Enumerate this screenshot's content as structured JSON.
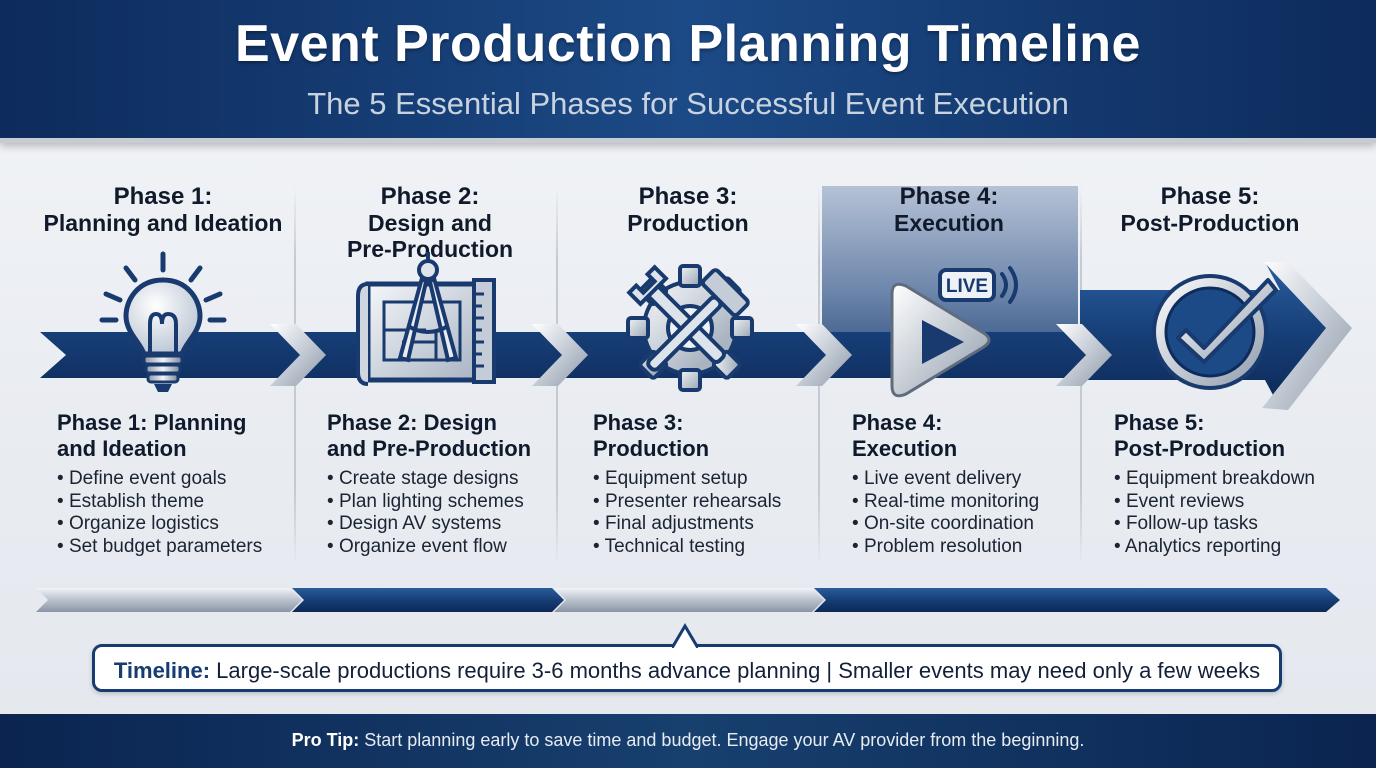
{
  "header": {
    "title": "Event Production Planning Timeline",
    "subtitle": "The 5 Essential Phases for Successful Event Execution"
  },
  "phases": [
    {
      "label": "Phase 1:",
      "name": "Planning and Ideation",
      "heading_line1": "Phase 1: Planning",
      "heading_line2": "and Ideation",
      "icon": "lightbulb-icon",
      "bullets": [
        "Define event goals",
        "Establish theme",
        "Organize logistics",
        "Set budget parameters"
      ]
    },
    {
      "label": "Phase 2:",
      "name_line1": "Design and",
      "name_line2": "Pre-Production",
      "heading_line1": "Phase 2: Design",
      "heading_line2": "and Pre-Production",
      "icon": "blueprint-compass-icon",
      "bullets": [
        "Create stage designs",
        "Plan lighting schemes",
        "Design AV systems",
        "Organize event flow"
      ]
    },
    {
      "label": "Phase 3:",
      "name": "Production",
      "heading_line1": "Phase 3:",
      "heading_line2": "Production",
      "icon": "gear-wrench-hammer-icon",
      "bullets": [
        "Equipment setup",
        "Presenter rehearsals",
        "Final adjustments",
        "Technical testing"
      ]
    },
    {
      "label": "Phase 4:",
      "name": "Execution",
      "heading_line1": "Phase 4:",
      "heading_line2": "Execution",
      "icon": "live-play-icon",
      "live_badge": "LIVE",
      "bullets": [
        "Live event delivery",
        "Real-time monitoring",
        "On-site coordination",
        "Problem resolution"
      ]
    },
    {
      "label": "Phase 5:",
      "name": "Post-Production",
      "heading_line1": "Phase 5:",
      "heading_line2": "Post-Production",
      "icon": "checkmark-circle-icon",
      "bullets": [
        "Equipment breakdown",
        "Event reviews",
        "Follow-up tasks",
        "Analytics reporting"
      ]
    }
  ],
  "timeline_note": {
    "label": "Timeline:",
    "text": " Large-scale productions require 3-6 months advance planning | Smaller events may need only a few weeks"
  },
  "footer": {
    "label": "Pro Tip:",
    "text": " Start planning early to save time and budget. Engage your AV provider from the beginning."
  },
  "colors": {
    "navy": "#0d2b5c",
    "royal_blue": "#1c4a86",
    "silver": "#c7ccd3",
    "text_dark": "#111a2a"
  }
}
